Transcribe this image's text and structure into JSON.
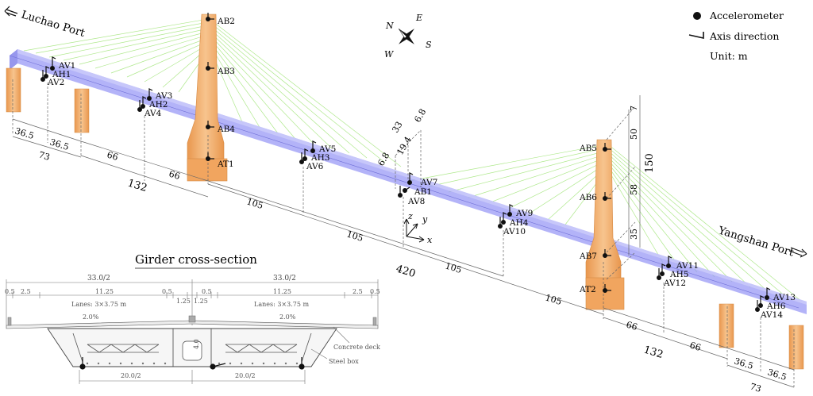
{
  "ports": {
    "left": "Luchao Port",
    "right": "Yangshan Port"
  },
  "legend": {
    "accelerometer": "Accelerometer",
    "axis": "Axis direction",
    "unit": "Unit: m"
  },
  "compass": {
    "n": "N",
    "e": "E",
    "s": "S",
    "w": "W"
  },
  "axes_labels": {
    "x": "x",
    "y": "y",
    "z": "z"
  },
  "sensors": {
    "AV1": "AV1",
    "AH1": "AH1",
    "AV2": "AV2",
    "AV3": "AV3",
    "AH2": "AH2",
    "AV4": "AV4",
    "AV5": "AV5",
    "AH3": "AH3",
    "AV6": "AV6",
    "AV7": "AV7",
    "AB1": "AB1",
    "AV8": "AV8",
    "AV9": "AV9",
    "AH4": "AH4",
    "AV10": "AV10",
    "AV11": "AV11",
    "AH5": "AH5",
    "AV12": "AV12",
    "AV13": "AV13",
    "AH6": "AH6",
    "AV14": "AV14",
    "AB2": "AB2",
    "AB3": "AB3",
    "AB4": "AB4",
    "AT1": "AT1",
    "AB5": "AB5",
    "AB6": "AB6",
    "AB7": "AB7",
    "AT2": "AT2"
  },
  "dimensions": {
    "d36_5a": "36.5",
    "d36_5b": "36.5",
    "d73_left": "73",
    "d66a": "66",
    "d66b": "66",
    "d132_left": "132",
    "d105a": "105",
    "d105b": "105",
    "d105c": "105",
    "d105d": "105",
    "d420": "420",
    "d66c": "66",
    "d66d": "66",
    "d132_right": "132",
    "d36_5c": "36.5",
    "d36_5d": "36.5",
    "d73_right": "73",
    "d33": "33",
    "d6_8a": "6.8",
    "d6_8b": "6.8",
    "d19_4": "19.4",
    "d7": "7",
    "d50": "50",
    "d58": "58",
    "d35": "35",
    "d150": "150"
  },
  "cross_section": {
    "title": "Girder cross-section",
    "half_width_left": "33.0/2",
    "half_width_right": "33.0/2",
    "w0_5a": "0.5",
    "w2_5a": "2.5",
    "w11_25a": "11.25",
    "w0_5b": "0.5",
    "w1_25a": "1.25",
    "w1_25b": "1.25",
    "w0_5c": "0.5",
    "w11_25b": "11.25",
    "w2_5b": "2.5",
    "w0_5d": "0.5",
    "lanes_left": "Lanes: 3×3.75 m",
    "lanes_right": "Lanes: 3×3.75 m",
    "slope_left": "2.0%",
    "slope_right": "2.0%",
    "depth": "4.0",
    "bottom_left": "20.0/2",
    "bottom_right": "20.0/2",
    "label_deck": "Concrete deck",
    "label_box": "Steel box"
  },
  "colors": {
    "girder": "#8f8ff0",
    "tower": "#f3b06e",
    "cable": "#a6e67f"
  }
}
